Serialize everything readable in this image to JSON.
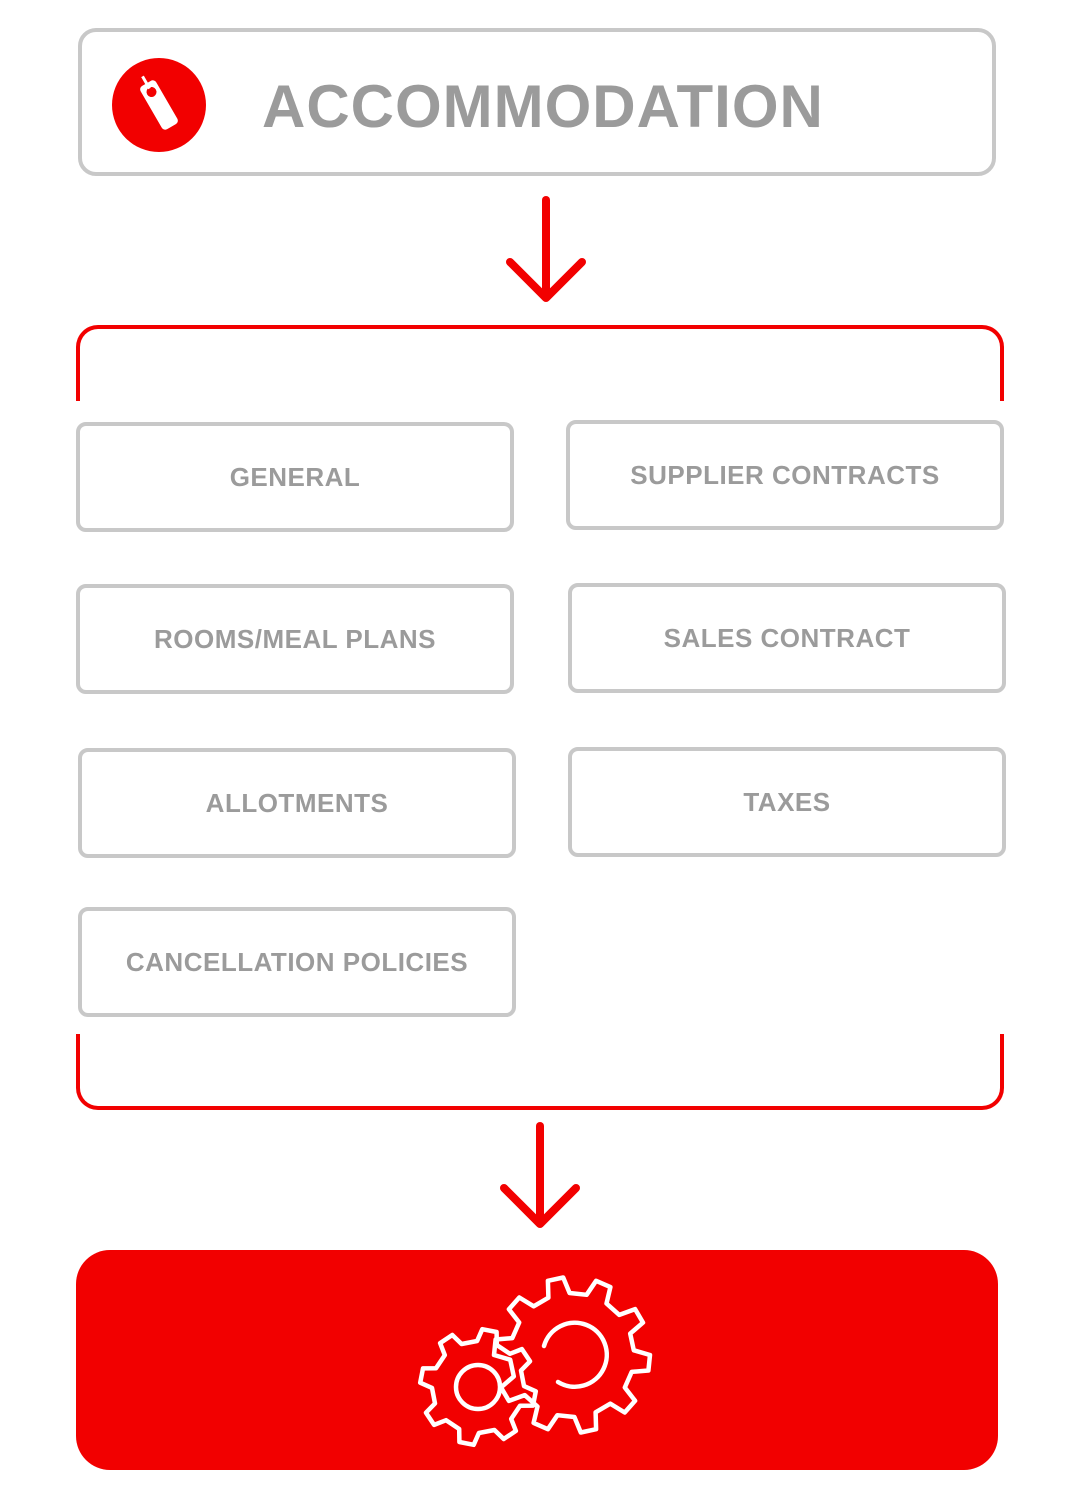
{
  "header": {
    "title": "ACCOMMODATION",
    "icon": "door-hanger-icon"
  },
  "modules": [
    {
      "label": "GENERAL"
    },
    {
      "label": "SUPPLIER CONTRACTS"
    },
    {
      "label": "ROOMS/MEAL PLANS"
    },
    {
      "label": "SALES CONTRACT"
    },
    {
      "label": "ALLOTMENTS"
    },
    {
      "label": "TAXES"
    },
    {
      "label": "CANCELLATION POLICIES"
    }
  ],
  "engine": {
    "icon": "gears-icon"
  },
  "colors": {
    "accent": "#f20000",
    "border": "#c8c8c8",
    "text": "#9b9b9b"
  }
}
